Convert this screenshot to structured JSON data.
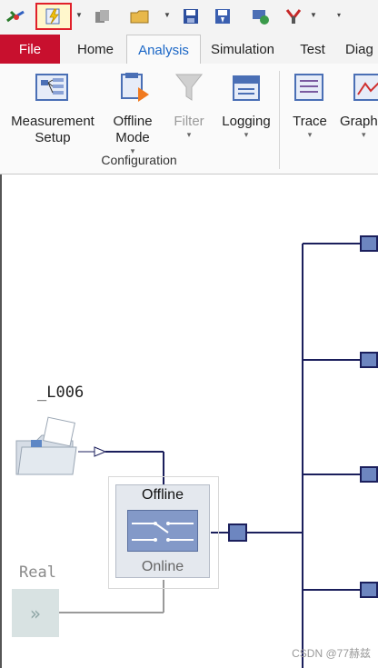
{
  "quick_access": {
    "icons": [
      "tools-icon",
      "lightning-config-icon",
      "copy-icon",
      "open-folder-icon",
      "save-icon",
      "save-as-icon",
      "network-icon",
      "tools-dropdown-icon",
      "customize-icon"
    ]
  },
  "tabs": [
    {
      "label": "File"
    },
    {
      "label": "Home"
    },
    {
      "label": "Analysis"
    },
    {
      "label": "Simulation"
    },
    {
      "label": "Test"
    },
    {
      "label": "Diag"
    }
  ],
  "ribbon": {
    "buttons": [
      {
        "label1": "Measurement",
        "label2": "Setup"
      },
      {
        "label1": "Offline",
        "label2": "Mode"
      },
      {
        "label1": "Filter",
        "label2": ""
      },
      {
        "label1": "Logging",
        "label2": ""
      },
      {
        "label1": "Trace",
        "label2": ""
      },
      {
        "label1": "Graph",
        "label2": ""
      }
    ],
    "group_label": "Configuration"
  },
  "diagram": {
    "source_label": "_L006",
    "real_label": "Real",
    "real_symbol": "»",
    "switch": {
      "offline_label": "Offline",
      "online_label": "Online"
    }
  },
  "watermark": "CSDN @77赫兹",
  "colors": {
    "file_tab": "#c8102e",
    "active_tab_text": "#1a66c6",
    "bus_line": "#1b1f5c",
    "node_fill": "#6d86c0",
    "highlight_border": "#e0202a"
  }
}
